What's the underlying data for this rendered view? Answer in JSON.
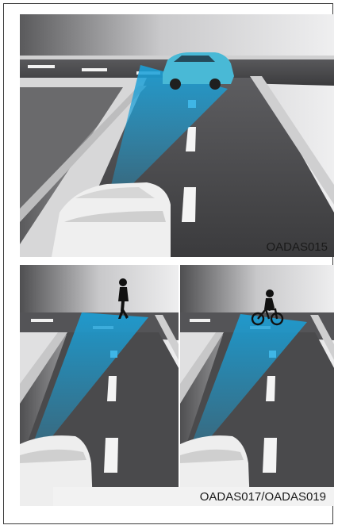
{
  "figures": {
    "top": {
      "code": "OADAS015",
      "scene": "car-ahead"
    },
    "bottom_left": {
      "scene": "pedestrian-ahead"
    },
    "bottom_right": {
      "scene": "cyclist-ahead"
    },
    "bottom_code": "OADAS017/OADAS019"
  },
  "colors": {
    "sky": "#e9e9ea",
    "road": "#4a4a4c",
    "curb": "#d9d9d9",
    "detection_beam": "#1aa0d8",
    "target_car": "#49b9d6",
    "own_car": "#efefef"
  }
}
